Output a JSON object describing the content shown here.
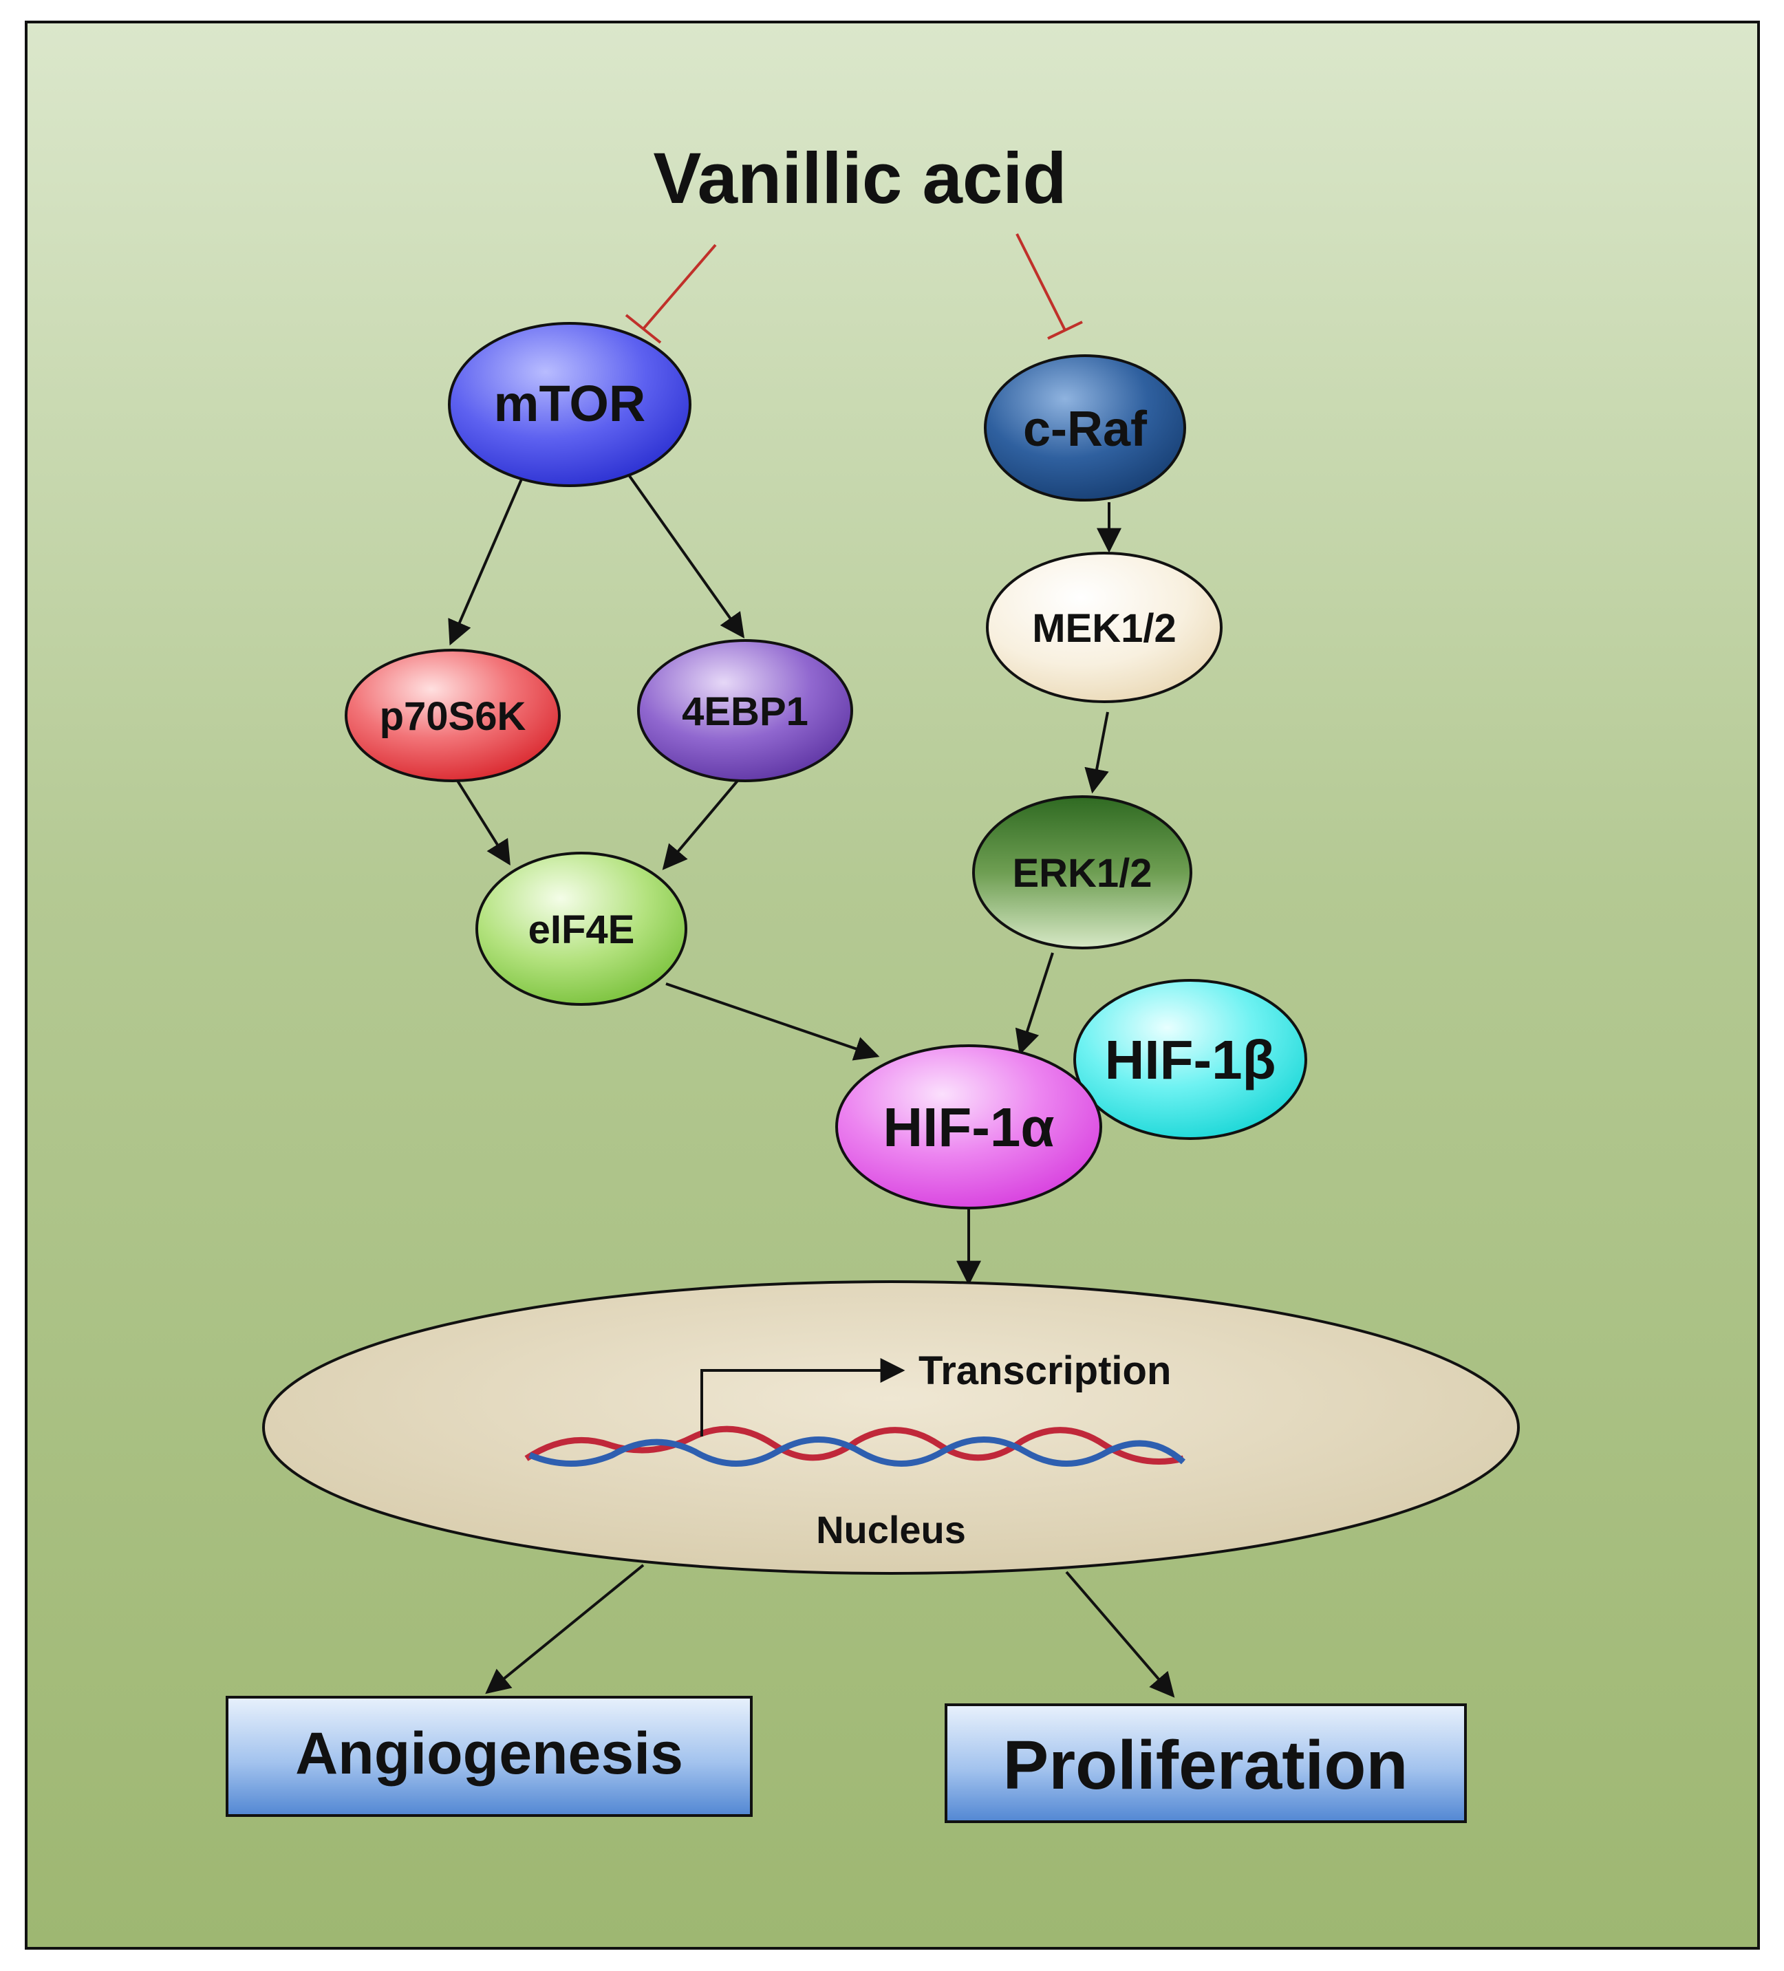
{
  "title": "Vanillic acid",
  "nodes": {
    "mtor": "mTOR",
    "craf": "c-Raf",
    "p70s6k": "p70S6K",
    "ebp1": "4EBP1",
    "mek": "MEK1/2",
    "eif4e": "eIF4E",
    "erk": "ERK1/2",
    "hif1a": "HIF-1α",
    "hif1b": "HIF-1β"
  },
  "nucleus": {
    "label": "Nucleus",
    "transcription_label": "Transcription"
  },
  "outcomes": {
    "angiogenesis": "Angiogenesis",
    "proliferation": "Proliferation"
  },
  "edges": [
    {
      "from": "Vanillic acid",
      "to": "mTOR",
      "kind": "inhibition"
    },
    {
      "from": "Vanillic acid",
      "to": "c-Raf",
      "kind": "inhibition"
    },
    {
      "from": "mTOR",
      "to": "p70S6K",
      "kind": "activation"
    },
    {
      "from": "mTOR",
      "to": "4EBP1",
      "kind": "activation"
    },
    {
      "from": "p70S6K",
      "to": "eIF4E",
      "kind": "activation"
    },
    {
      "from": "4EBP1",
      "to": "eIF4E",
      "kind": "activation"
    },
    {
      "from": "eIF4E",
      "to": "HIF-1α",
      "kind": "activation"
    },
    {
      "from": "c-Raf",
      "to": "MEK1/2",
      "kind": "activation"
    },
    {
      "from": "MEK1/2",
      "to": "ERK1/2",
      "kind": "activation"
    },
    {
      "from": "ERK1/2",
      "to": "HIF-1α",
      "kind": "activation"
    },
    {
      "from": "HIF-1α",
      "to": "Nucleus",
      "kind": "activation"
    },
    {
      "from": "Nucleus",
      "to": "Angiogenesis",
      "kind": "activation"
    },
    {
      "from": "Nucleus",
      "to": "Proliferation",
      "kind": "activation"
    }
  ],
  "colors": {
    "background_top": "#dbe7cb",
    "background_bottom": "#9eb772",
    "inhibition": "#c0302a",
    "mtor": "#4a4fe8",
    "craf": "#2c5d9c",
    "p70s6k": "#e8353b",
    "ebp1": "#7e4fc0",
    "mek": "#f6ead2",
    "eif4e": "#9bd65b",
    "erk": "#3f7f2c",
    "hif1a": "#e35ae8",
    "hif1b": "#3ee8e8",
    "nucleus": "#dcd1b4",
    "dna_red": "#c0283a",
    "dna_blue": "#2e5fb0",
    "outcome_box": "#5a8fd6"
  }
}
